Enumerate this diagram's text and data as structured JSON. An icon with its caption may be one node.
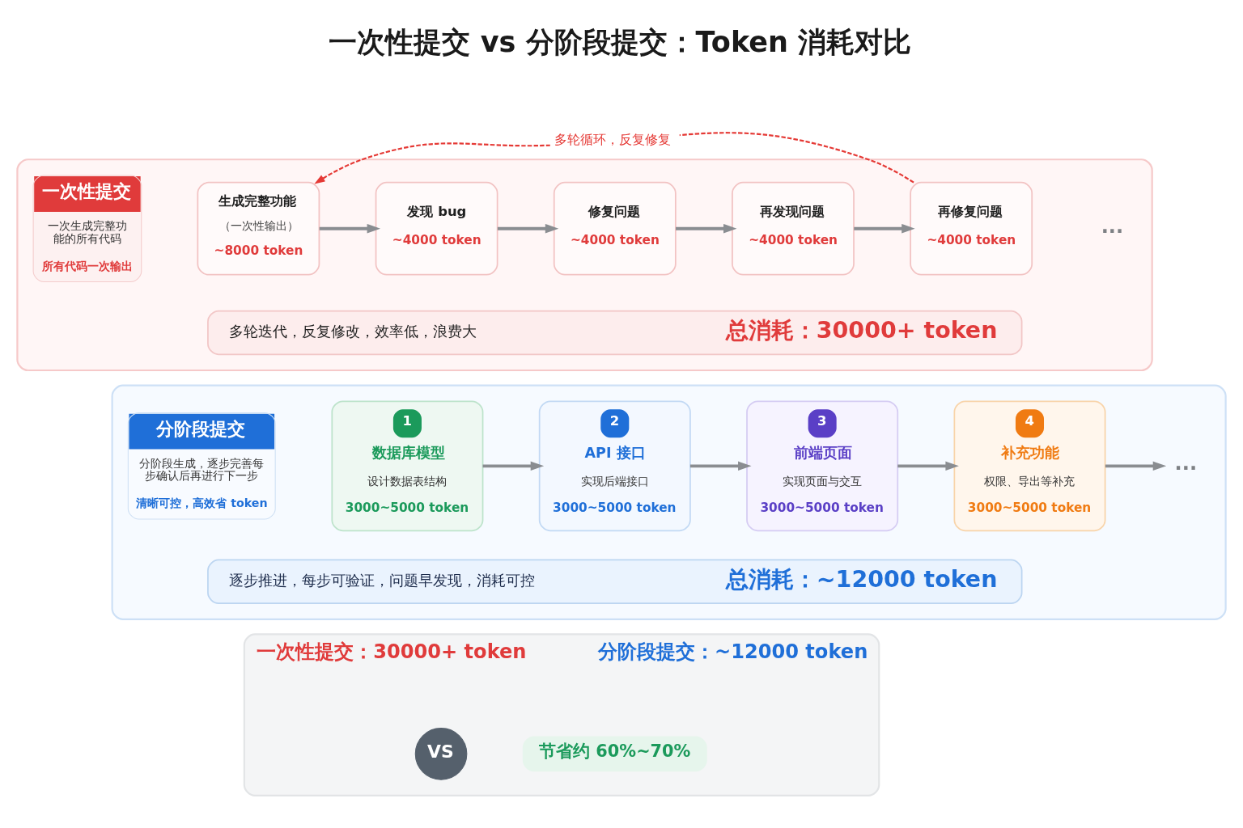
{
  "diagram": {
    "title": "一次性提交 vs 分阶段提交：Token 消耗对比",
    "nodes": [
      {
        "text": [],
        "shape": "box"
      },
      {
        "text": [
          "一次性提交",
          "一次生成完整功能的所有代码",
          "所有代码一次输出"
        ],
        "in": 0
      },
      {
        "text": [
          "生成完整功能",
          "（一次性输出）",
          "~8000 token"
        ],
        "in": 0
      },
      {
        "text": [
          "发现 bug",
          "~4000 token"
        ],
        "in": 0
      },
      {
        "text": [
          "修复问题",
          "~4000 token"
        ],
        "in": 0
      },
      {
        "text": [
          "再发现问题",
          "~4000 token"
        ],
        "in": 0
      },
      {
        "text": [
          "再修复问题",
          "~4000 token"
        ],
        "in": 0
      },
      {
        "text": [
          "..."
        ],
        "in": 0
      },
      {
        "text": [
          "多轮迭代，反复修改，效率低，浪费大",
          "总消耗：30000+ token"
        ],
        "in": 0
      },
      {
        "text": [],
        "shape": "box"
      },
      {
        "text": [
          "分阶段提交",
          "分阶段生成，逐步完善每步确认后再进行下一步",
          "清晰可控，高效省 token"
        ],
        "in": 9
      },
      {
        "text": [
          "1",
          "数据库模型",
          "设计数据表结构",
          "3000~5000 token"
        ],
        "in": 9
      },
      {
        "text": [
          "2",
          "API 接口",
          "实现后端接口",
          "3000~5000 token"
        ],
        "in": 9
      },
      {
        "text": [
          "3",
          "前端页面",
          "实现页面与交互",
          "3000~5000 token"
        ],
        "in": 9
      },
      {
        "text": [
          "4",
          "补充功能",
          "权限、导出等补充",
          "3000~5000 token"
        ],
        "in": 9
      },
      {
        "text": [
          "..."
        ],
        "in": 9
      },
      {
        "text": [
          "逐步推进，每步可验证，问题早发现，消耗可控",
          "总消耗：~12000 token"
        ],
        "in": 9
      },
      {
        "text": [
          "一次性提交：30000+ token",
          "分阶段提交：~12000 token"
        ]
      },
      {
        "text": [
          "VS"
        ],
        "in": 17
      },
      {
        "text": [
          "节省约 60%~70%"
        ],
        "in": 17
      }
    ],
    "edges": [
      {
        "from": 2,
        "to": 3,
        "arrow": "to"
      },
      {
        "from": 3,
        "to": 4,
        "arrow": "to"
      },
      {
        "from": 4,
        "to": 5,
        "arrow": "to"
      },
      {
        "from": 5,
        "to": 6,
        "arrow": "to"
      },
      {
        "from": 6,
        "to": 2,
        "arrow": "to",
        "label": "多轮循环，反复修复",
        "style": "dashed",
        "color": "#e53935"
      },
      {
        "from": 11,
        "to": 12,
        "arrow": "to"
      },
      {
        "from": 12,
        "to": 13,
        "arrow": "to"
      },
      {
        "from": 13,
        "to": 14,
        "arrow": "to"
      },
      {
        "from": 14,
        "to": 15,
        "arrow": "to"
      }
    ]
  }
}
